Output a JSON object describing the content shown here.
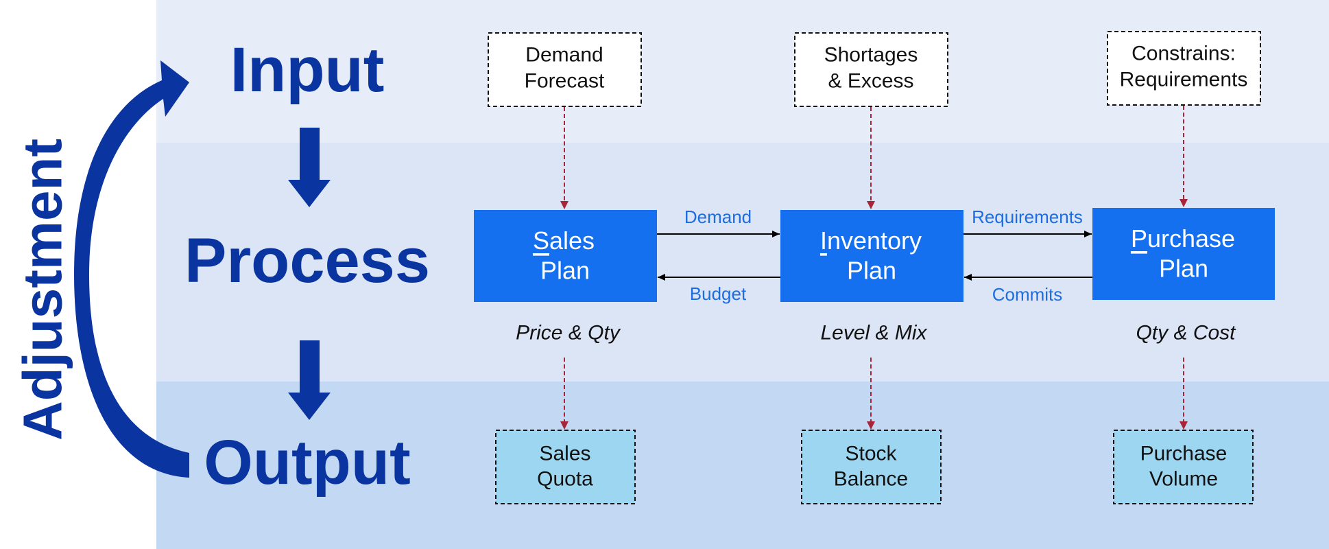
{
  "side_label": "Adjustment",
  "stages": {
    "input": "Input",
    "process": "Process",
    "output": "Output"
  },
  "plans": {
    "sales": {
      "initial": "S",
      "rest": "ales",
      "line2": "Plan"
    },
    "inventory": {
      "initial": "I",
      "rest": "nventory",
      "line2": "Plan"
    },
    "purchase": {
      "initial": "P",
      "rest": "urchase",
      "line2": "Plan"
    }
  },
  "inputs": {
    "sales": [
      "Demand",
      "Forecast"
    ],
    "inventory": [
      "Shortages",
      "& Excess"
    ],
    "purchase": [
      "Constrains:",
      "Requirements"
    ]
  },
  "measures": {
    "sales": "Price & Qty",
    "inventory": "Level & Mix",
    "purchase": "Qty & Cost"
  },
  "outputs": {
    "sales": [
      "Sales",
      "Quota"
    ],
    "inventory": [
      "Stock",
      "Balance"
    ],
    "purchase": [
      "Purchase",
      "Volume"
    ]
  },
  "flows": {
    "sales_to_inventory": "Demand",
    "inventory_to_sales": "Budget",
    "inventory_to_purchase": "Requirements",
    "purchase_to_inventory": "Commits"
  },
  "colors": {
    "band_top": "#e6edf9",
    "band_mid": "#dbe5f6",
    "band_bottom": "#c3d8f3",
    "stage_text": "#0a35a0",
    "plan_box": "#1570f0",
    "output_box": "#9dd6f0",
    "flow_label": "#1d6de0",
    "dash_arrow": "#a82438"
  }
}
